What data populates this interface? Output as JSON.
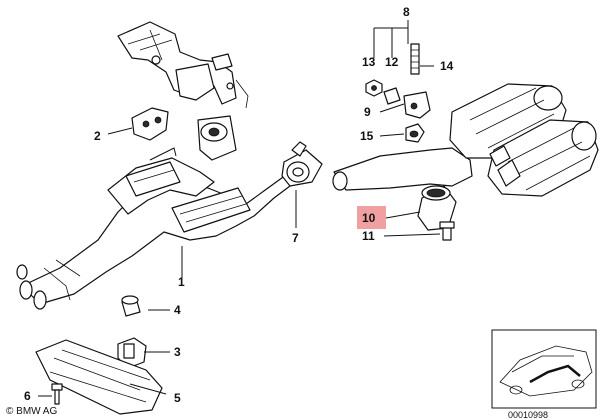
{
  "labels": {
    "p1": "1",
    "p2": "2",
    "p3": "3",
    "p4": "4",
    "p5": "5",
    "p6": "6",
    "p7": "7",
    "p8": "8",
    "p9": "9",
    "p10": "10",
    "p11": "11",
    "p12": "12",
    "p13": "13",
    "p14": "14",
    "p15": "15"
  },
  "copyright": "© BMW AG",
  "doc_id": "00010998",
  "highlight_color": "#f0a0a0"
}
